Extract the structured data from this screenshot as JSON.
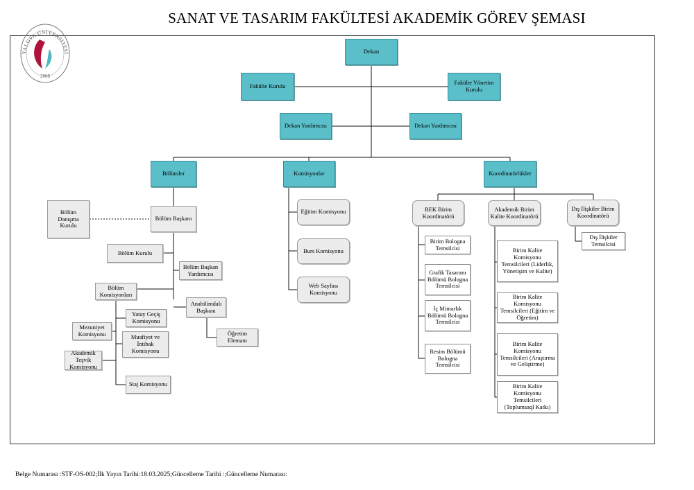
{
  "title": "SANAT VE TASARIM FAKÜLTESİ AKADEMİK GÖREV ŞEMASI",
  "logo": {
    "arc_text": "YALOVA ÜNİVERSİTESİ",
    "year": "2008"
  },
  "nodes": {
    "dekan": "Dekan",
    "fakulte_kurulu": "Fakülte Kurulu",
    "fakulte_yonetim_kurulu": "Fakülte Yönetim Kurulu",
    "dekan_yardimcisi_1": "Dekan Yardımcısı",
    "dekan_yardimcisi_2": "Dekan Yardımcısı",
    "bolumler": "Bölümler",
    "komisyonlar": "Komisyonlar",
    "koordinatorlukler": "Koordinatörlükler",
    "bolum_danisma_kurulu": "Bölüm Danışma Kurulu",
    "bolum_baskani": "Bölüm Başkanı",
    "bolum_kurulu": "Bölüm Kurulu",
    "bolum_baskan_yardimcisi": "Bölüm Başkan Yardımcısı",
    "bolum_komisyonlari": "Bölüm Komisyonları",
    "anabilimdali_baskani": "Anabilimdalı Başkanı",
    "ogretim_elemani": "Öğretim Elemanı",
    "yatay_gecis_komisyonu": "Yatay Geçiş Komisyonu",
    "mezuniyet_komisyonu": "Mezuniyet Komisyonu",
    "muafiyet_intibak_komisyonu": "Muafiyet ve İntibak Komisyonu",
    "akademik_tesvik_komisyonu": "Akademik Teşvik Komisyonu",
    "staj_komisyonu": "Staj Komisyonu",
    "egitim_komisyonu": "Eğitim Komisyonu",
    "burs_komisyonu": "Burs Komisyonu",
    "web_sayfasi_komisyonu": "Web Sayfası Komisyonu",
    "bek_birim_koordinatoru": "BEK Birim Koordinatörü",
    "akademik_birim_kalite_koordinatoru": "Akademik Birim Kalite Koordinatörü",
    "dis_iliskiler_birim_koordinatoru": "Dış İlişkiler Birim Koordinatörü",
    "birim_bologna_temsilcisi": "Birim Bologna Temsilcisi",
    "grafik_tasarimi_bologna_temsilcisi": "Grafik Tasarımı Bölümü Bologna Temsilcisi",
    "ic_mimarlik_bologna_temsilcisi": "İç Mimarlık Bölümü Bologna Temsilcisi",
    "resim_bologna_temsilcisi": "Resim Bölümü Bologna Temsilcisi",
    "kalite_liderlik": "Birim Kalite Komisyonu Temsilcileri (Liderlik, Yönetişim ve Kalite)",
    "kalite_egitim": "Birim Kalite Komisyonu Temsilcileri (Eğitim ve Öğretim)",
    "kalite_arastirma": "Birim Kalite Komisyonu Temsilcileri (Araştırma ve Geliştirme)",
    "kalite_toplumsal": "Birim Kalite Komisyonu Temsilcileri (Toplumsaql Katkı)",
    "dis_iliskiler_temsilcisi": "Dış İlişkiler Temsilcisi"
  },
  "footer": "Belge Numarası :STF-OS-002;İlk Yayın Tarihi:18.03.2025;Güncelleme Tarihi :;Güncelleme Numarası:"
}
